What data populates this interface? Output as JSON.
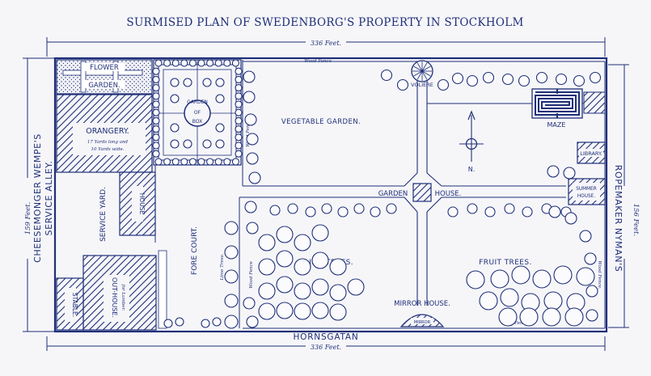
{
  "title": "SURMISED PLAN OF SWEDENBORG'S PROPERTY IN STOCKHOLM",
  "dimensions": {
    "top": "336 Feet.",
    "bottom": "336 Feet.",
    "left": "159 Feet.",
    "right": "156 Feet."
  },
  "streets": {
    "bottom": "HORNSGATAN",
    "left_1": "CHEESEMONGER WEMPE'S",
    "left_2": "SERVICE ALLEY.",
    "right": "ROPEMAKER NYMAN'S"
  },
  "labels": {
    "flower_1": "FLOWER",
    "flower_2": "GARDEN.",
    "garden_of": "GARDEN",
    "of": "OF",
    "box": "BOX",
    "orangery": "ORANGERY.",
    "orangery_note_1": "17 Yards long and",
    "orangery_note_2": "10 Yards wide.",
    "house_small": "HOUSE",
    "service_yard": "SERVICE YARD.",
    "stable": "STABLE.",
    "out_house": "OUT-HOUSE.",
    "out_house_note": "for Lumber.",
    "fore_court": "FORE COURT.",
    "lime_trees_small": "Lime Trees.",
    "wood_fence_v1": "Wood Fence",
    "wood_fence_v2": "Wood Fence",
    "wood_fence_top": "Wood Fence",
    "wood_fence_bottom": "Wood Fence",
    "wood_fence_right": "Wood Fence.",
    "vegetable_garden": "VEGETABLE GARDEN.",
    "voliere": "VOLIÈRE",
    "maze": "MAZE",
    "north": "N.",
    "garden": "GARDEN",
    "house": "HOUSE.",
    "library": "LIBRARY.",
    "summer_house_1": "SUMMER",
    "summer_house_2": "HOUSE.",
    "lime_trees": "LIME TREES.",
    "fruit_trees": "FRUIT TREES.",
    "mirror_house": "MIRROR HOUSE.",
    "mirror_tag": "MIRROR"
  },
  "colors": {
    "ink": "#1f2f78",
    "paper": "#f6f6f9"
  }
}
